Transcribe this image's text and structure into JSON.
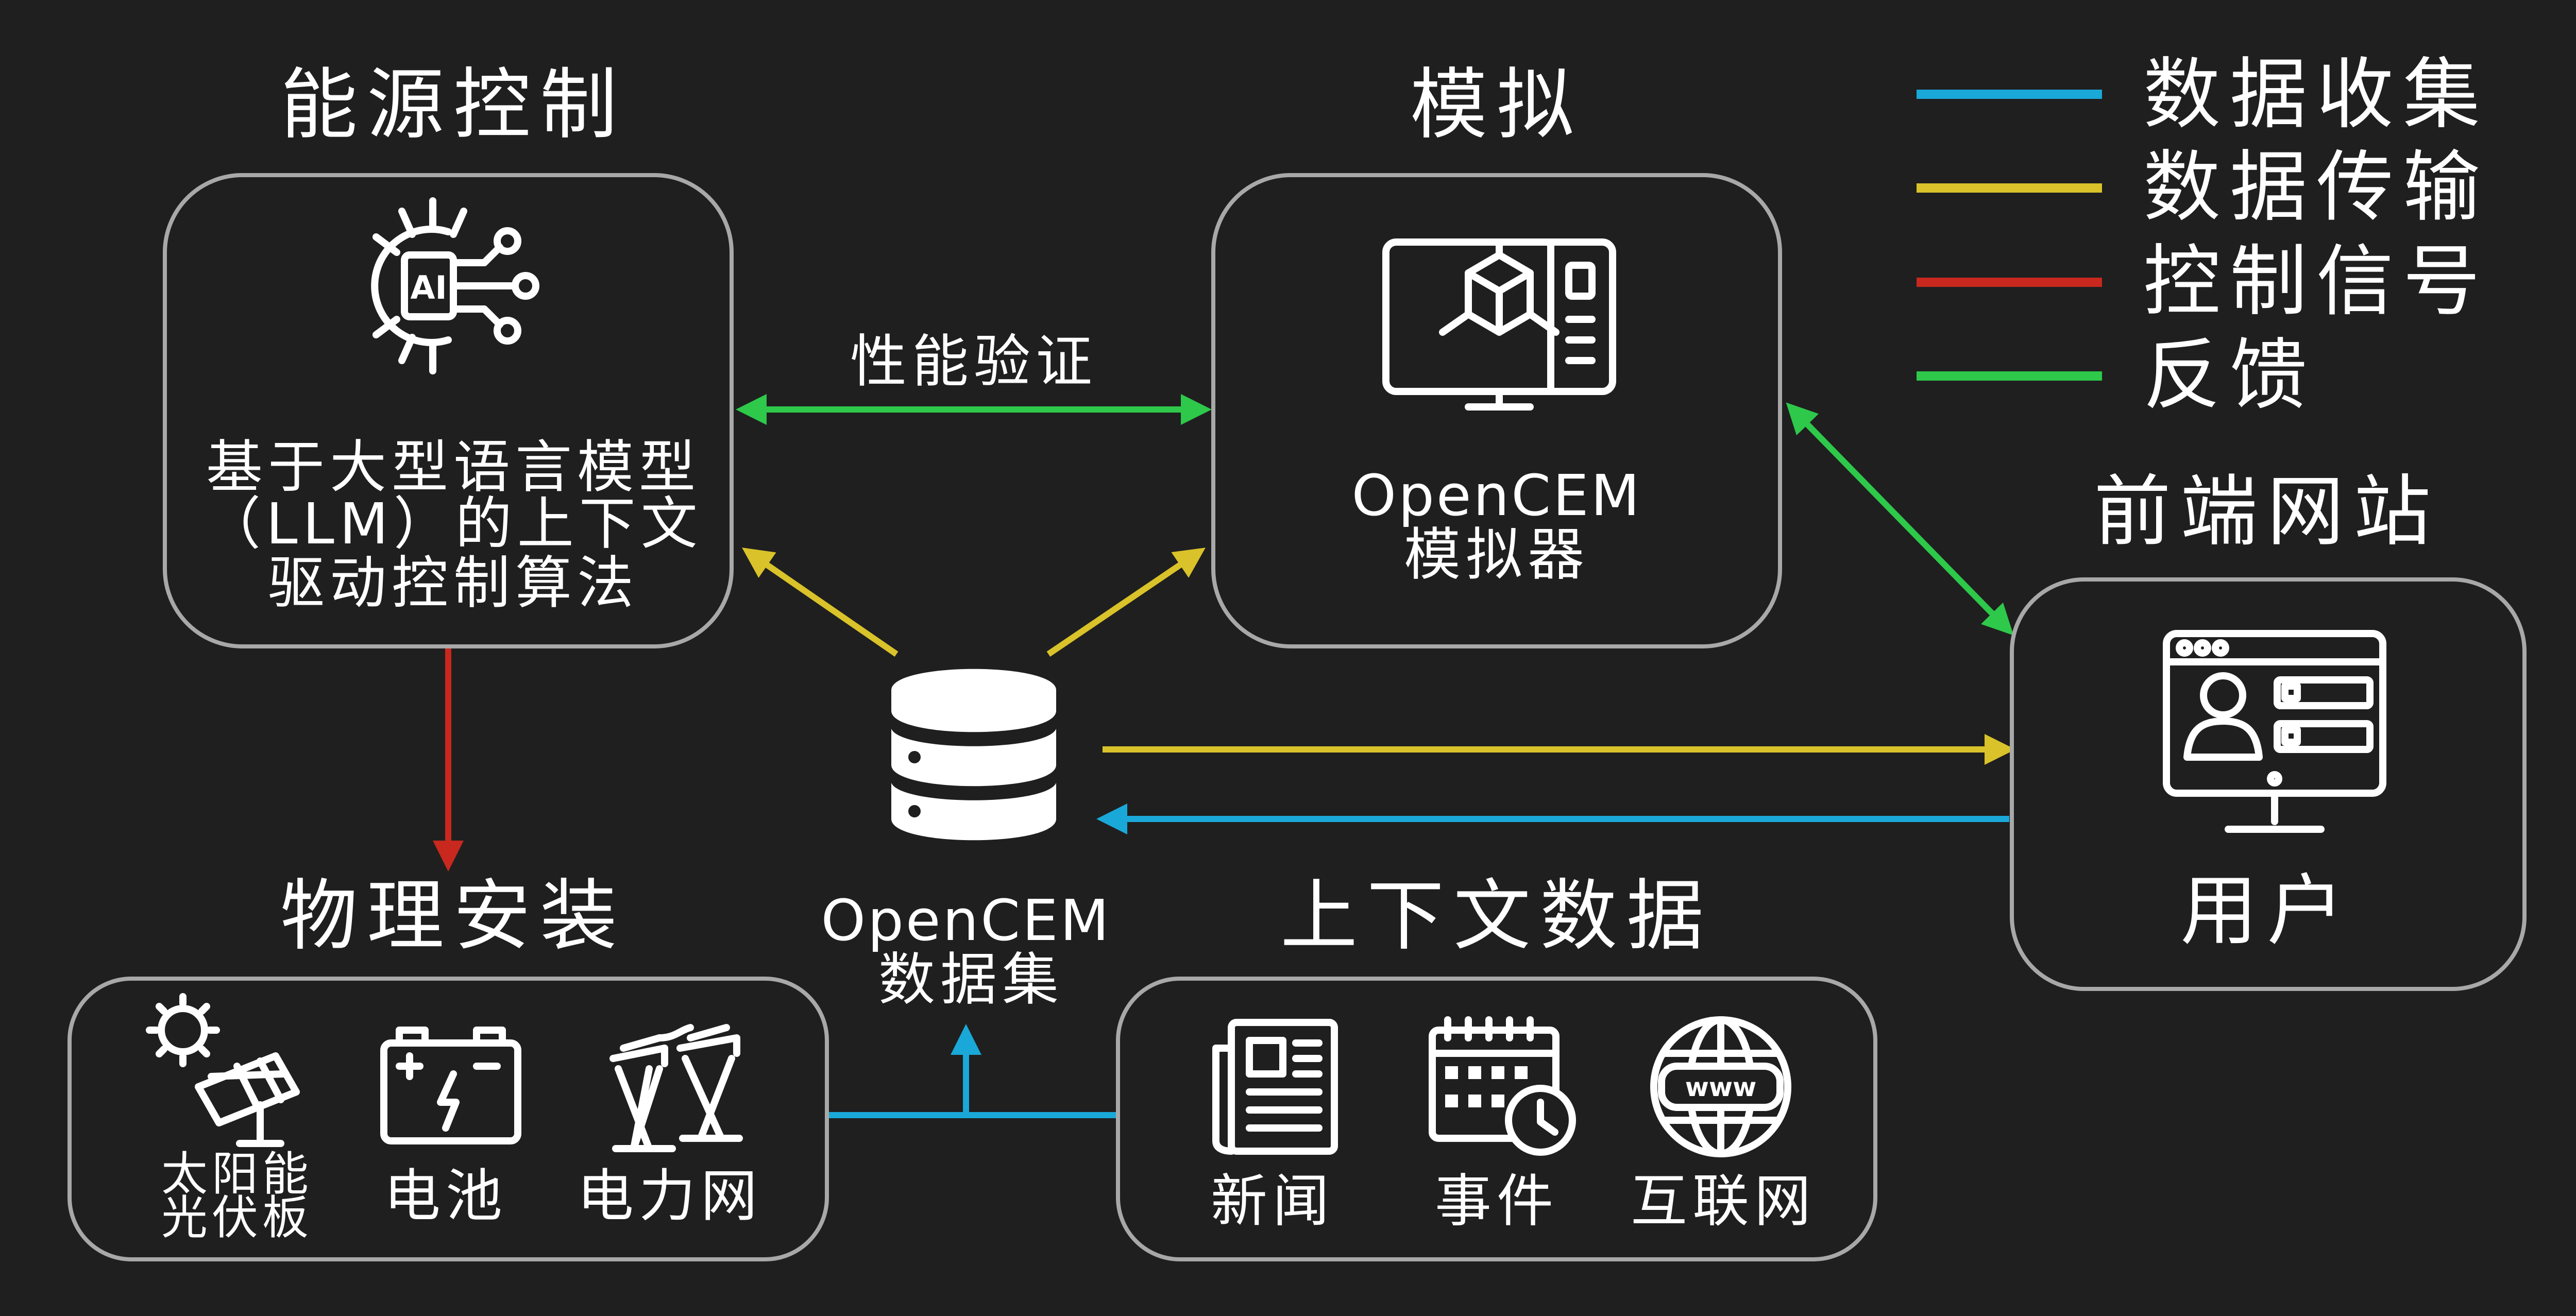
{
  "colors": {
    "background": "#1f1f1f",
    "box_border": "#a8a8a8",
    "text": "#ffffff",
    "data_collection": "#1aa8d8",
    "data_transmission": "#d9c22a",
    "control_signal": "#c8281e",
    "feedback": "#2ec84a"
  },
  "legend": [
    {
      "label": "数据收集",
      "color_key": "data_collection"
    },
    {
      "label": "数据传输",
      "color_key": "data_transmission"
    },
    {
      "label": "控制信号",
      "color_key": "control_signal"
    },
    {
      "label": "反馈",
      "color_key": "feedback"
    }
  ],
  "energy_control": {
    "title": "能源控制",
    "icon": "ai-gear-icon",
    "lines": [
      "基于大型语言模型",
      "（LLM）的上下文",
      "驱动控制算法"
    ]
  },
  "simulation": {
    "title": "模拟",
    "icon": "monitor-cube-icon",
    "name": "OpenCEM",
    "subtitle": "模拟器"
  },
  "performance_validation": "性能验证",
  "frontend": {
    "title": "前端网站",
    "icon": "user-dashboard-icon",
    "label": "用户"
  },
  "dataset": {
    "icon": "database-icon",
    "name": "OpenCEM",
    "subtitle": "数据集"
  },
  "physical_installation": {
    "title": "物理安装",
    "items": [
      {
        "icon": "solar-panel-icon",
        "lines": [
          "太阳能",
          "光伏板"
        ]
      },
      {
        "icon": "battery-icon",
        "lines": [
          "电池"
        ]
      },
      {
        "icon": "power-tower-icon",
        "lines": [
          "电力网"
        ]
      }
    ]
  },
  "context_data": {
    "title": "上下文数据",
    "items": [
      {
        "icon": "newspaper-icon",
        "label": "新闻"
      },
      {
        "icon": "calendar-clock-icon",
        "label": "事件"
      },
      {
        "icon": "globe-www-icon",
        "label": "互联网"
      }
    ]
  }
}
